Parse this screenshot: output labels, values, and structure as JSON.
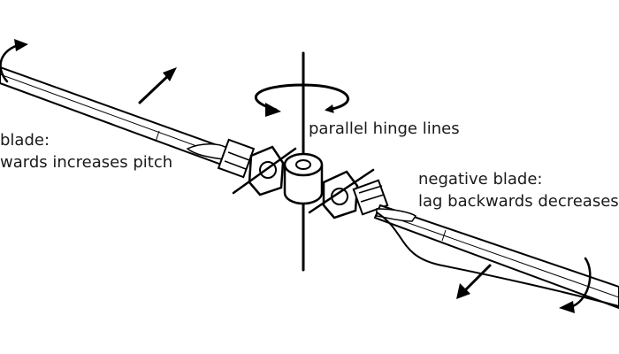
{
  "labels": {
    "hinge": "parallel hinge lines",
    "positive_line1": "blade:",
    "positive_line2": "wards increases pitch",
    "negative_line1": "negative blade:",
    "negative_line2": "lag backwards decreases"
  },
  "colors": {
    "ink": "#000000",
    "text": "#1a1a1a",
    "background": "#ffffff"
  }
}
